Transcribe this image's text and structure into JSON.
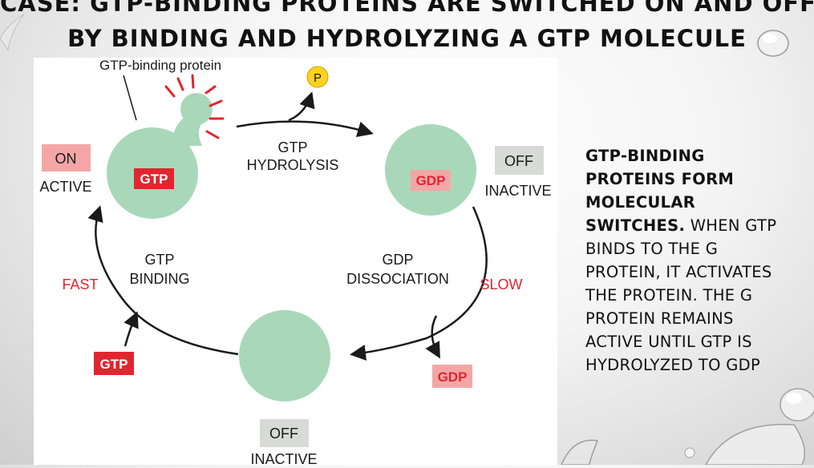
{
  "slide": {
    "title_prefix": "CASE: ",
    "title_bold": "GTP-BINDING PROTEINS",
    "title_rest_line1": " ARE SWITCHED ON AND OFF",
    "title_line2": "BY BINDING AND HYDROLYZING A GTP MOLECULE"
  },
  "body": {
    "lead_bold": "GTP-BINDING PROTEINS FORM MOLECULAR SWITCHES.",
    "rest": " WHEN GTP BINDS TO THE G PROTEIN, IT ACTIVATES THE PROTEIN. THE G PROTEIN REMAINS ACTIVE UNTIL GTP IS HYDROLYZED TO GDP"
  },
  "diagram": {
    "protein_label": "GTP-binding protein",
    "phosphate": "P",
    "active_state": {
      "badge": "ON",
      "caption": "ACTIVE",
      "nucleotide": "GTP"
    },
    "hydrolysis": {
      "line1": "GTP",
      "line2": "HYDROLYSIS"
    },
    "inactive_gdp_state": {
      "badge": "OFF",
      "caption": "INACTIVE",
      "nucleotide": "GDP"
    },
    "dissociation": {
      "line1": "GDP",
      "line2": "DISSOCIATION",
      "rate": "SLOW",
      "released": "GDP"
    },
    "binding": {
      "line1": "GTP",
      "line2": "BINDING",
      "rate": "FAST",
      "incoming": "GTP"
    },
    "empty_state": {
      "badge": "OFF",
      "caption": "INACTIVE"
    }
  },
  "colors": {
    "protein_fill": "#a8d8b9",
    "gtp_red": "#e0262f",
    "gdp_pink": "#f4a6a6",
    "on_badge": "#f4a6a6",
    "off_badge": "#d7dad7",
    "phosphate_yellow": "#ffd21f",
    "rate_red": "#e0262f"
  }
}
